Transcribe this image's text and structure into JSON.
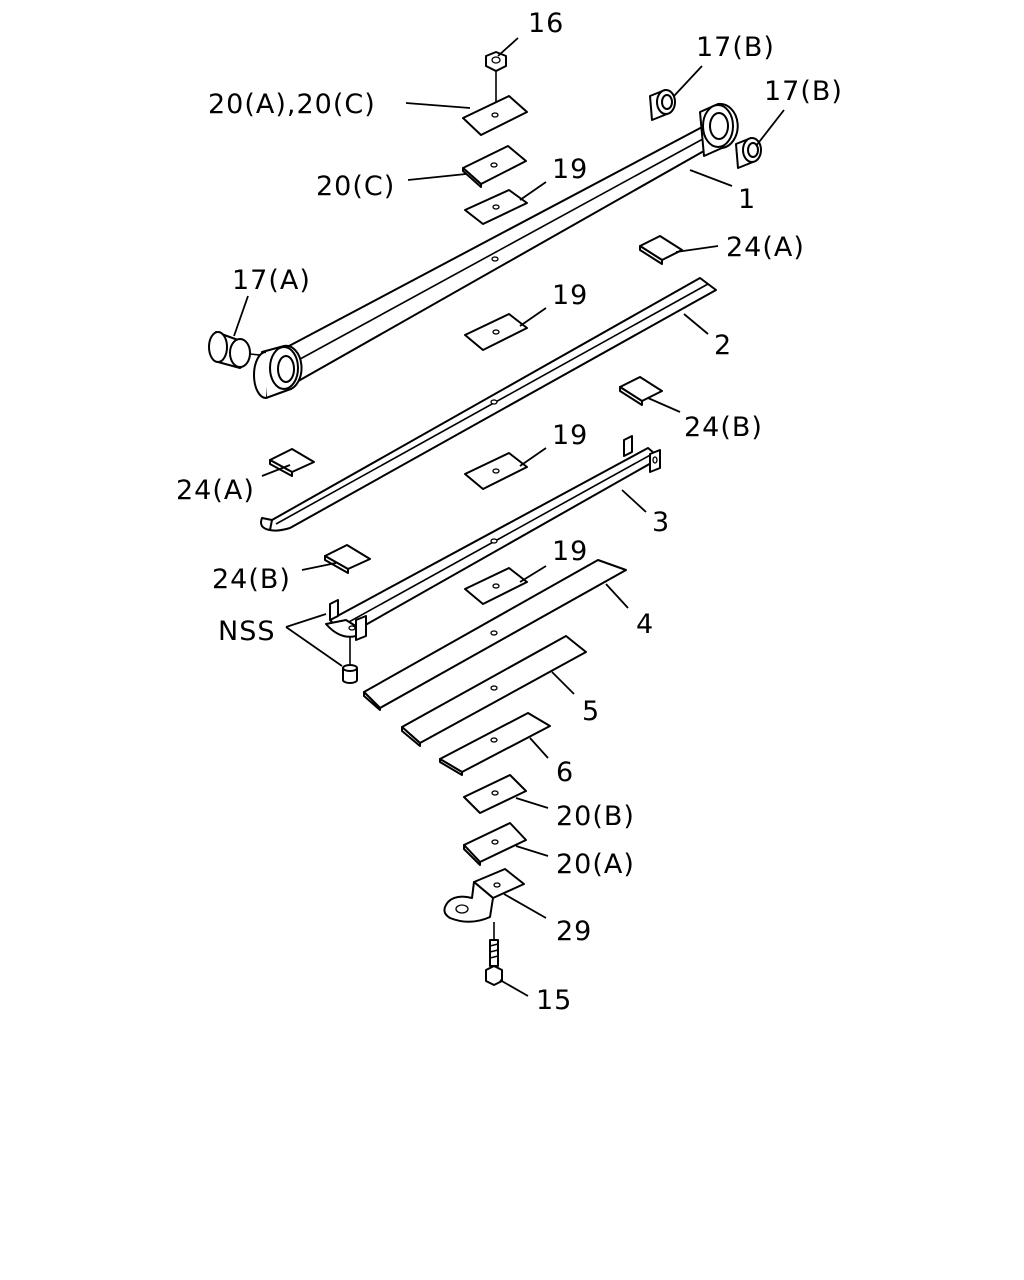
{
  "labels": {
    "p16": "16",
    "p17b_1": "17(B)",
    "p17b_2": "17(B)",
    "p20a_20c": "20(A),20(C)",
    "p20c": "20(C)",
    "p19_1": "19",
    "p1": "1",
    "p24a_1": "24(A)",
    "p17a": "17(A)",
    "p19_2": "19",
    "p2": "2",
    "p24b_1": "24(B)",
    "p19_3": "19",
    "p24a_2": "24(A)",
    "p3": "3",
    "p24b_2": "24(B)",
    "p19_4": "19",
    "nss": "NSS",
    "p4": "4",
    "p5": "5",
    "p6": "6",
    "p20b": "20(B)",
    "p20a": "20(A)",
    "p29": "29",
    "p15": "15"
  }
}
